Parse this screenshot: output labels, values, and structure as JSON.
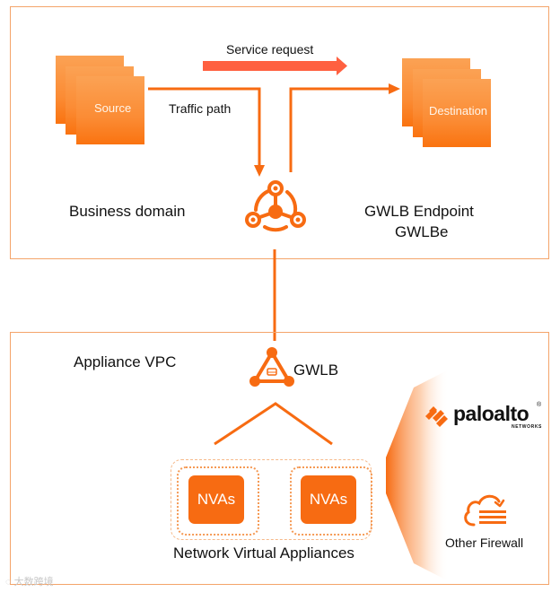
{
  "colors": {
    "accent": "#f76b12",
    "border": "#f4a46a",
    "service_request_arrow": "#ff6040",
    "text": "#111111"
  },
  "business_domain": {
    "label": "Business domain",
    "source": {
      "label": "Source"
    },
    "destination": {
      "label": "Destination"
    },
    "service_request": {
      "label": "Service request"
    },
    "traffic_path": {
      "label": "Traffic path"
    },
    "endpoint": {
      "label_line1": "GWLB Endpoint",
      "label_line2": "GWLBe",
      "icon": "gwlb-endpoint-icon"
    }
  },
  "appliance_vpc": {
    "label": "Appliance VPC",
    "gwlb": {
      "label": "GWLB",
      "icon": "gateway-load-balancer-icon"
    },
    "nvas": [
      {
        "label": "NVAs"
      },
      {
        "label": "NVAs"
      }
    ],
    "nva_group_label": "Network Virtual Appliances",
    "vendors": {
      "paloalto": {
        "wordmark": "paloalto",
        "subtext": "NETWORKS",
        "mark": "®"
      },
      "other_firewall": {
        "label": "Other Firewall",
        "icon": "cloud-firewall-icon"
      }
    }
  },
  "watermark": {
    "text": "大数跨境"
  }
}
